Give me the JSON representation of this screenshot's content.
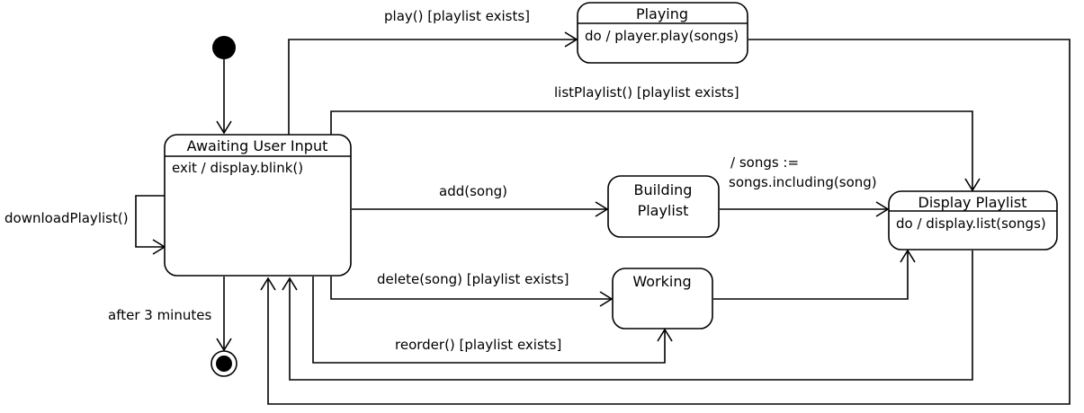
{
  "states": {
    "awaiting": {
      "title": "Awaiting User Input",
      "activity": "exit / display.blink()"
    },
    "playing": {
      "title": "Playing",
      "activity": "do / player.play(songs)"
    },
    "building": {
      "line1": "Building",
      "line2": "Playlist"
    },
    "working": {
      "title": "Working"
    },
    "display": {
      "title": "Display Playlist",
      "activity": "do / display.list(songs)"
    }
  },
  "transitions": {
    "play": "play() [playlist exists]",
    "list": "listPlaylist() [playlist exists]",
    "add": "add(song)",
    "songs_line1": "/ songs :=",
    "songs_line2": "songs.including(song)",
    "download": "downloadPlaylist()",
    "delete": "delete(song) [playlist exists]",
    "reorder": "reorder() [playlist exists]",
    "timeout": "after 3 minutes"
  }
}
